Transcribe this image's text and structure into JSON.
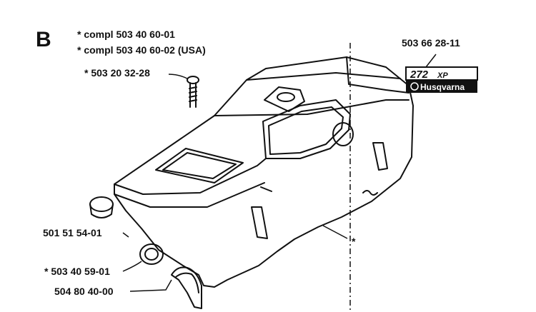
{
  "section": "B",
  "labels": {
    "compl_1": "*  compl  503 40 60-01",
    "compl_2": "*  compl  503 40 60-02 (USA)",
    "screw": "*  503 20 32-28",
    "top_part": "503 66 28-11",
    "plug": "501 51 54-01",
    "cap": "*  503 40 59-01",
    "cover": "504 80 40-00",
    "cover_marker": "*"
  },
  "logo": {
    "model": "272",
    "suffix": "XP",
    "brand": "Husqvarna"
  },
  "colors": {
    "ink": "#111111",
    "paper": "#ffffff"
  }
}
